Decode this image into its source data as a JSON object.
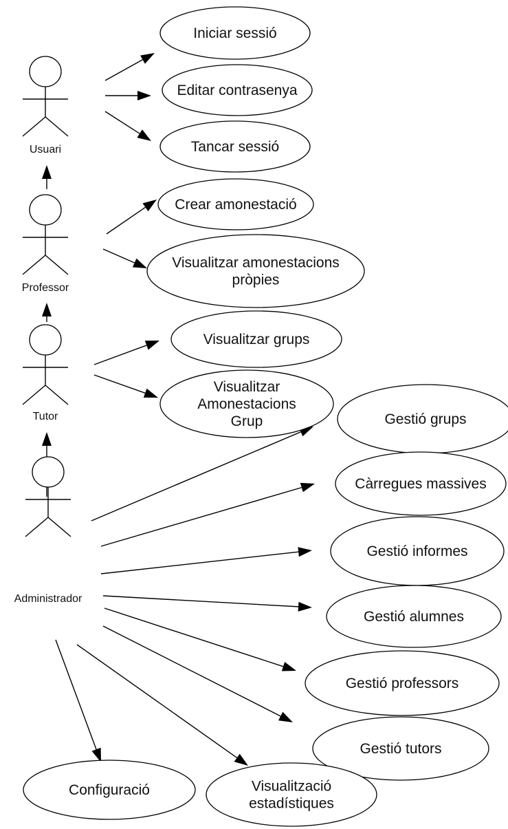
{
  "actors": [
    {
      "id": "usuari",
      "label": "Usuari"
    },
    {
      "id": "professor",
      "label": "Professor"
    },
    {
      "id": "tutor",
      "label": "Tutor"
    },
    {
      "id": "admin",
      "label": "Administrador"
    }
  ],
  "use_cases": [
    {
      "id": "iniciar",
      "lines": [
        "Iniciar sessió"
      ]
    },
    {
      "id": "editar",
      "lines": [
        "Editar contrasenya"
      ]
    },
    {
      "id": "tancar",
      "lines": [
        "Tancar sessió"
      ]
    },
    {
      "id": "crear",
      "lines": [
        "Crear amonestació"
      ]
    },
    {
      "id": "vis_propies",
      "lines": [
        "Visualitzar amonestacions",
        "pròpies"
      ]
    },
    {
      "id": "vis_grups",
      "lines": [
        "Visualitzar grups"
      ]
    },
    {
      "id": "vis_amon_grup",
      "lines": [
        "Visualitzar",
        "Amonestacions",
        "Grup"
      ]
    },
    {
      "id": "gestio_grups",
      "lines": [
        "Gestió grups"
      ]
    },
    {
      "id": "carregues",
      "lines": [
        "Càrregues massives"
      ]
    },
    {
      "id": "informes",
      "lines": [
        "Gestió informes"
      ]
    },
    {
      "id": "alumnes",
      "lines": [
        "Gestió alumnes"
      ]
    },
    {
      "id": "professors",
      "lines": [
        "Gestió professors"
      ]
    },
    {
      "id": "tutors",
      "lines": [
        "Gestió tutors"
      ]
    },
    {
      "id": "configuracio",
      "lines": [
        "Configuració"
      ]
    },
    {
      "id": "estadistiques",
      "lines": [
        "Visualització",
        "estadístiques"
      ]
    }
  ],
  "relations": [
    {
      "from": "usuari",
      "to": "iniciar"
    },
    {
      "from": "usuari",
      "to": "editar"
    },
    {
      "from": "usuari",
      "to": "tancar"
    },
    {
      "from": "professor",
      "to": "usuari",
      "kind": "generalization"
    },
    {
      "from": "professor",
      "to": "crear"
    },
    {
      "from": "professor",
      "to": "vis_propies"
    },
    {
      "from": "tutor",
      "to": "professor",
      "kind": "generalization"
    },
    {
      "from": "tutor",
      "to": "vis_grups"
    },
    {
      "from": "tutor",
      "to": "vis_amon_grup"
    },
    {
      "from": "admin",
      "to": "tutor",
      "kind": "generalization"
    },
    {
      "from": "admin",
      "to": "gestio_grups"
    },
    {
      "from": "admin",
      "to": "carregues"
    },
    {
      "from": "admin",
      "to": "informes"
    },
    {
      "from": "admin",
      "to": "alumnes"
    },
    {
      "from": "admin",
      "to": "professors"
    },
    {
      "from": "admin",
      "to": "tutors"
    },
    {
      "from": "admin",
      "to": "estadistiques"
    },
    {
      "from": "admin",
      "to": "configuracio"
    }
  ]
}
